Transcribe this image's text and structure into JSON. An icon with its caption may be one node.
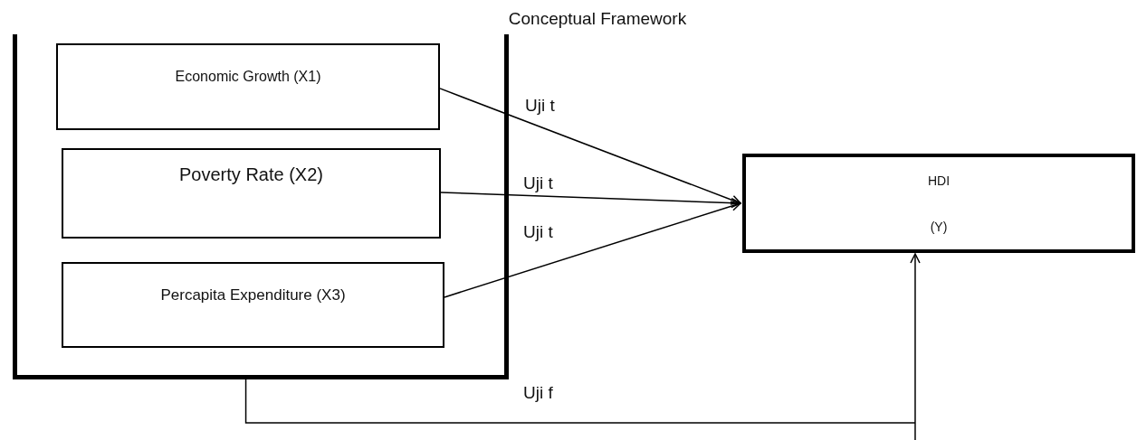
{
  "diagram": {
    "title": "Conceptual Framework",
    "nodes": [
      {
        "text": [],
        "shape": "box"
      },
      {
        "text": [
          "Economic Growth (X1)"
        ],
        "in": 0
      },
      {
        "text": [
          "Poverty Rate (X2)"
        ],
        "in": 0
      },
      {
        "text": [
          "Percapita Expenditure (X3)"
        ],
        "in": 0
      },
      {
        "text": [
          "HDI",
          "(Y)"
        ]
      }
    ],
    "edges": [
      {
        "from": 1,
        "to": 4,
        "arrow": "to",
        "label": "Uji t"
      },
      {
        "from": 2,
        "to": 4,
        "arrow": "to",
        "label": "Uji t"
      },
      {
        "from": 3,
        "to": 4,
        "arrow": "to",
        "label": "Uji t"
      },
      {
        "from": 0,
        "to": 4,
        "arrow": "to",
        "label": "Uji f"
      }
    ]
  }
}
